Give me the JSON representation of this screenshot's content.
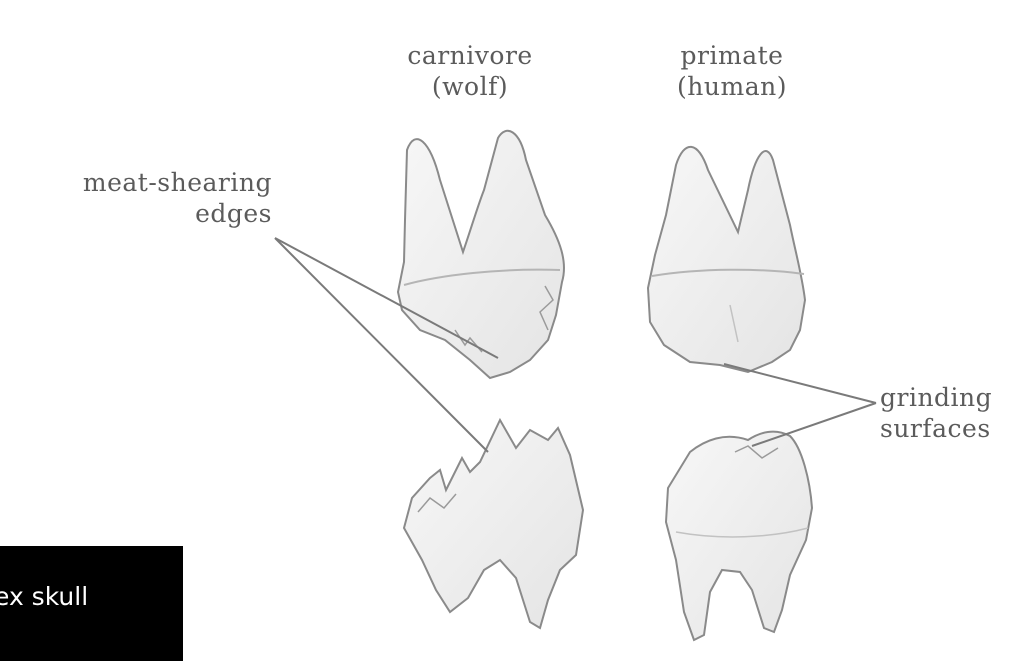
{
  "labels": {
    "carnivore": [
      "carnivore",
      "(wolf)"
    ],
    "primate": [
      "primate",
      "(human)"
    ],
    "meat_shearing": [
      "meat-shearing",
      "edges"
    ],
    "grinding": [
      "grinding",
      "surfaces"
    ]
  },
  "caption": "ex skull",
  "colors": {
    "tooth_fill": "#f1f1f1",
    "tooth_stroke": "#8a8a8a",
    "label_text": "#5b5b5b",
    "caption_bg": "#000000",
    "caption_text": "#ffffff"
  }
}
